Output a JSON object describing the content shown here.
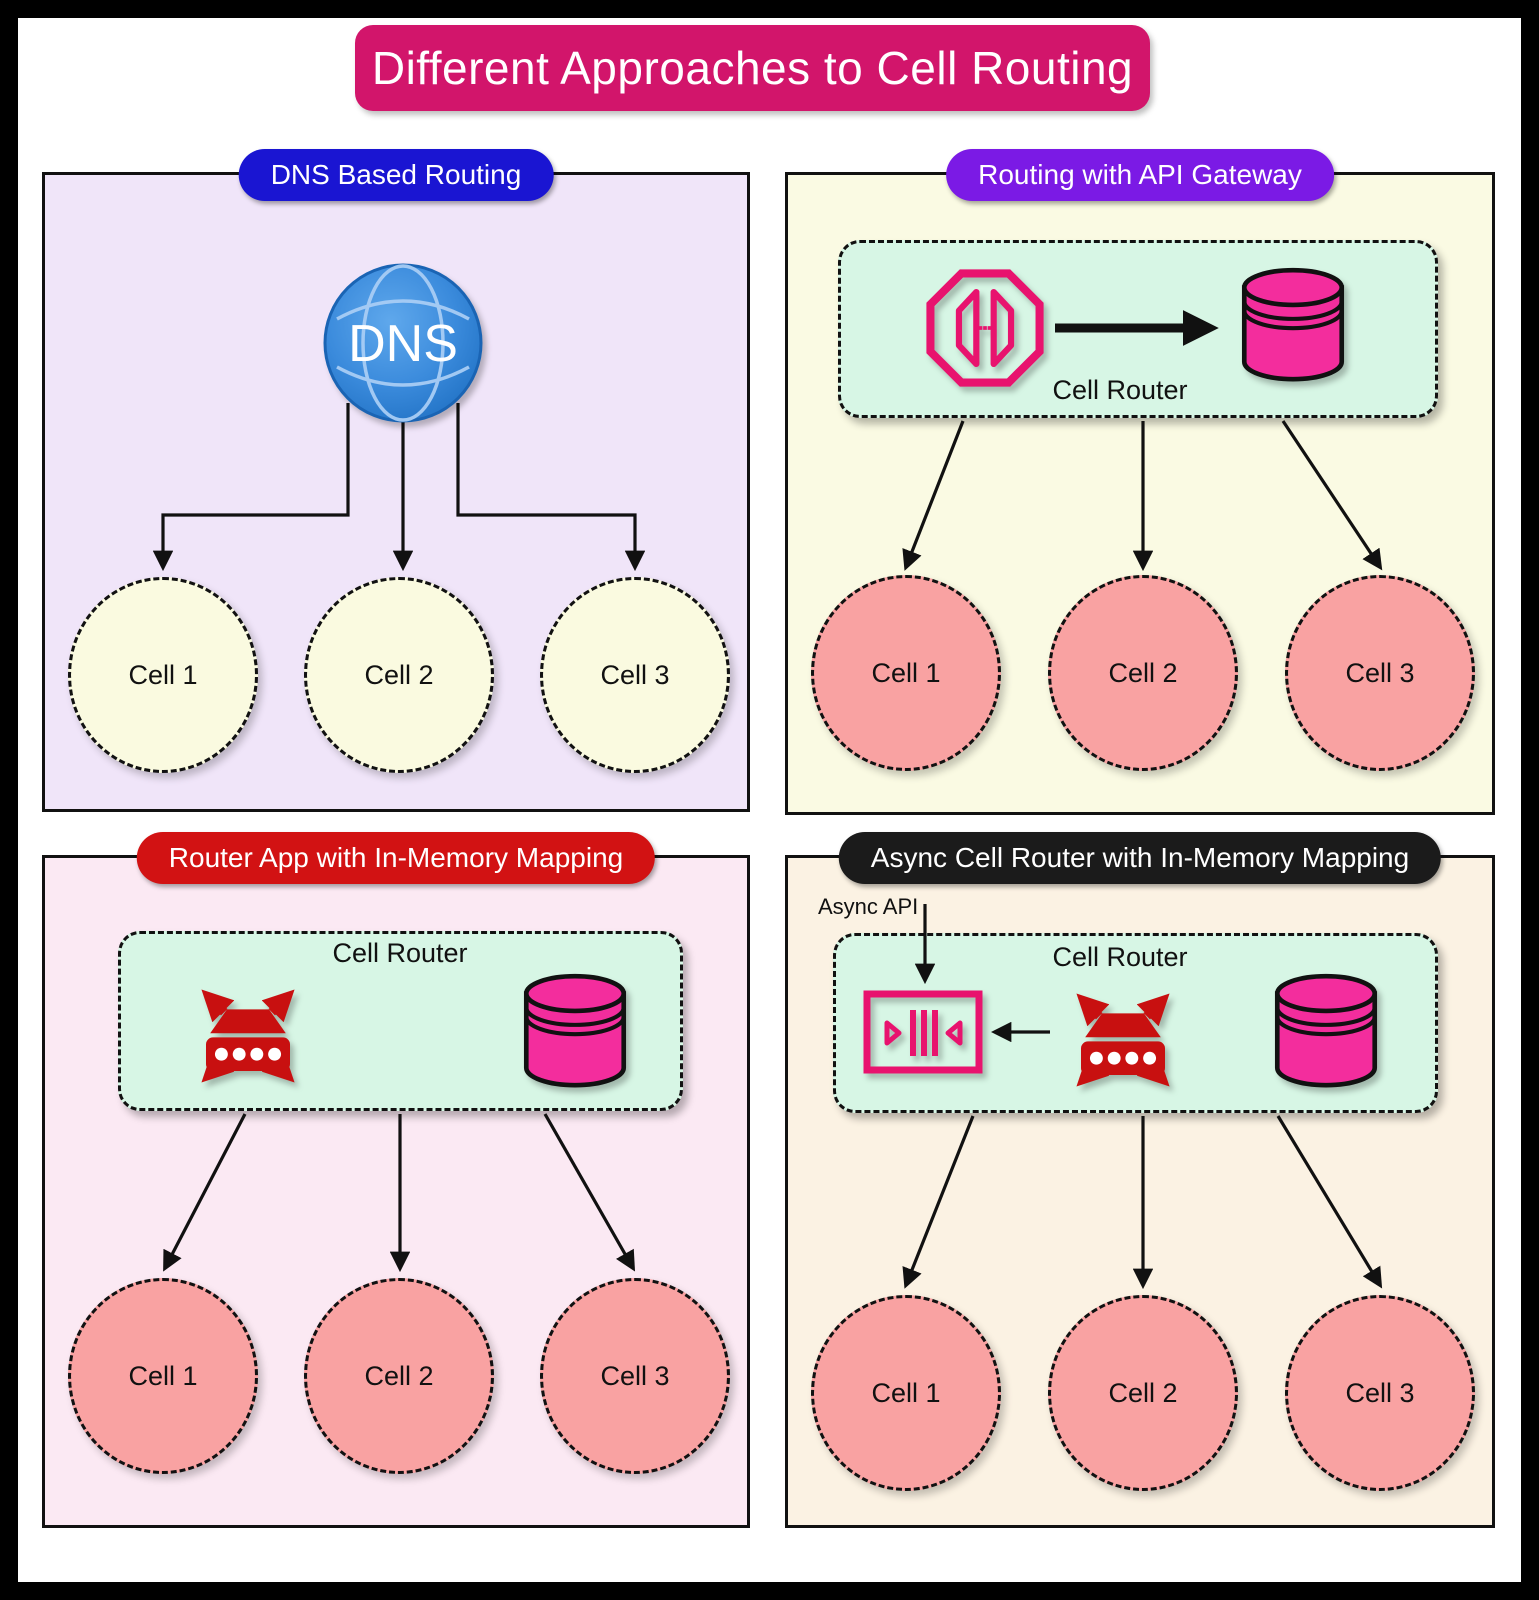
{
  "title": "Different Approaches to Cell Routing",
  "quadrants": {
    "dns": {
      "label": "DNS Based Routing",
      "icon_text": "DNS",
      "cells": [
        "Cell 1",
        "Cell 2",
        "Cell 3"
      ]
    },
    "api_gateway": {
      "label": "Routing with API Gateway",
      "router_label": "Cell Router",
      "cells": [
        "Cell 1",
        "Cell 2",
        "Cell 3"
      ]
    },
    "router_app": {
      "label": "Router App with In-Memory Mapping",
      "router_label": "Cell Router",
      "cells": [
        "Cell 1",
        "Cell 2",
        "Cell 3"
      ]
    },
    "async_router": {
      "label": "Async Cell Router with In-Memory Mapping",
      "router_label": "Cell Router",
      "async_api_label": "Async API",
      "cells": [
        "Cell 1",
        "Cell 2",
        "Cell 3"
      ]
    }
  },
  "icons": {
    "dns": "globe-icon",
    "api_gateway": "api-gateway-octagon-icon",
    "database": "database-cylinder-icon",
    "router": "scaling-router-icon",
    "queue": "message-queue-icon"
  },
  "colors": {
    "title_pill": "#D2156B",
    "dns_pill": "#1A15D2",
    "api_gateway_pill": "#7B1AE5",
    "router_app_pill": "#D21213",
    "async_pill": "#1B1B1B",
    "quadrant_dns_bg": "#F0E5F9",
    "quadrant_api_bg": "#FAFAE3",
    "quadrant_router_bg": "#FBE9F3",
    "quadrant_async_bg": "#FBF2E3",
    "router_box_fill": "#D7F6E5",
    "dns_cell_fill": "#FAFAE0",
    "cell_fill": "#F9A2A2",
    "database_pink": "#F32D9D",
    "gateway_icon_pink": "#E8136E",
    "router_icon_red": "#C81010",
    "dns_globe_blue": "#2E7FD4",
    "connector_black": "#111111"
  }
}
